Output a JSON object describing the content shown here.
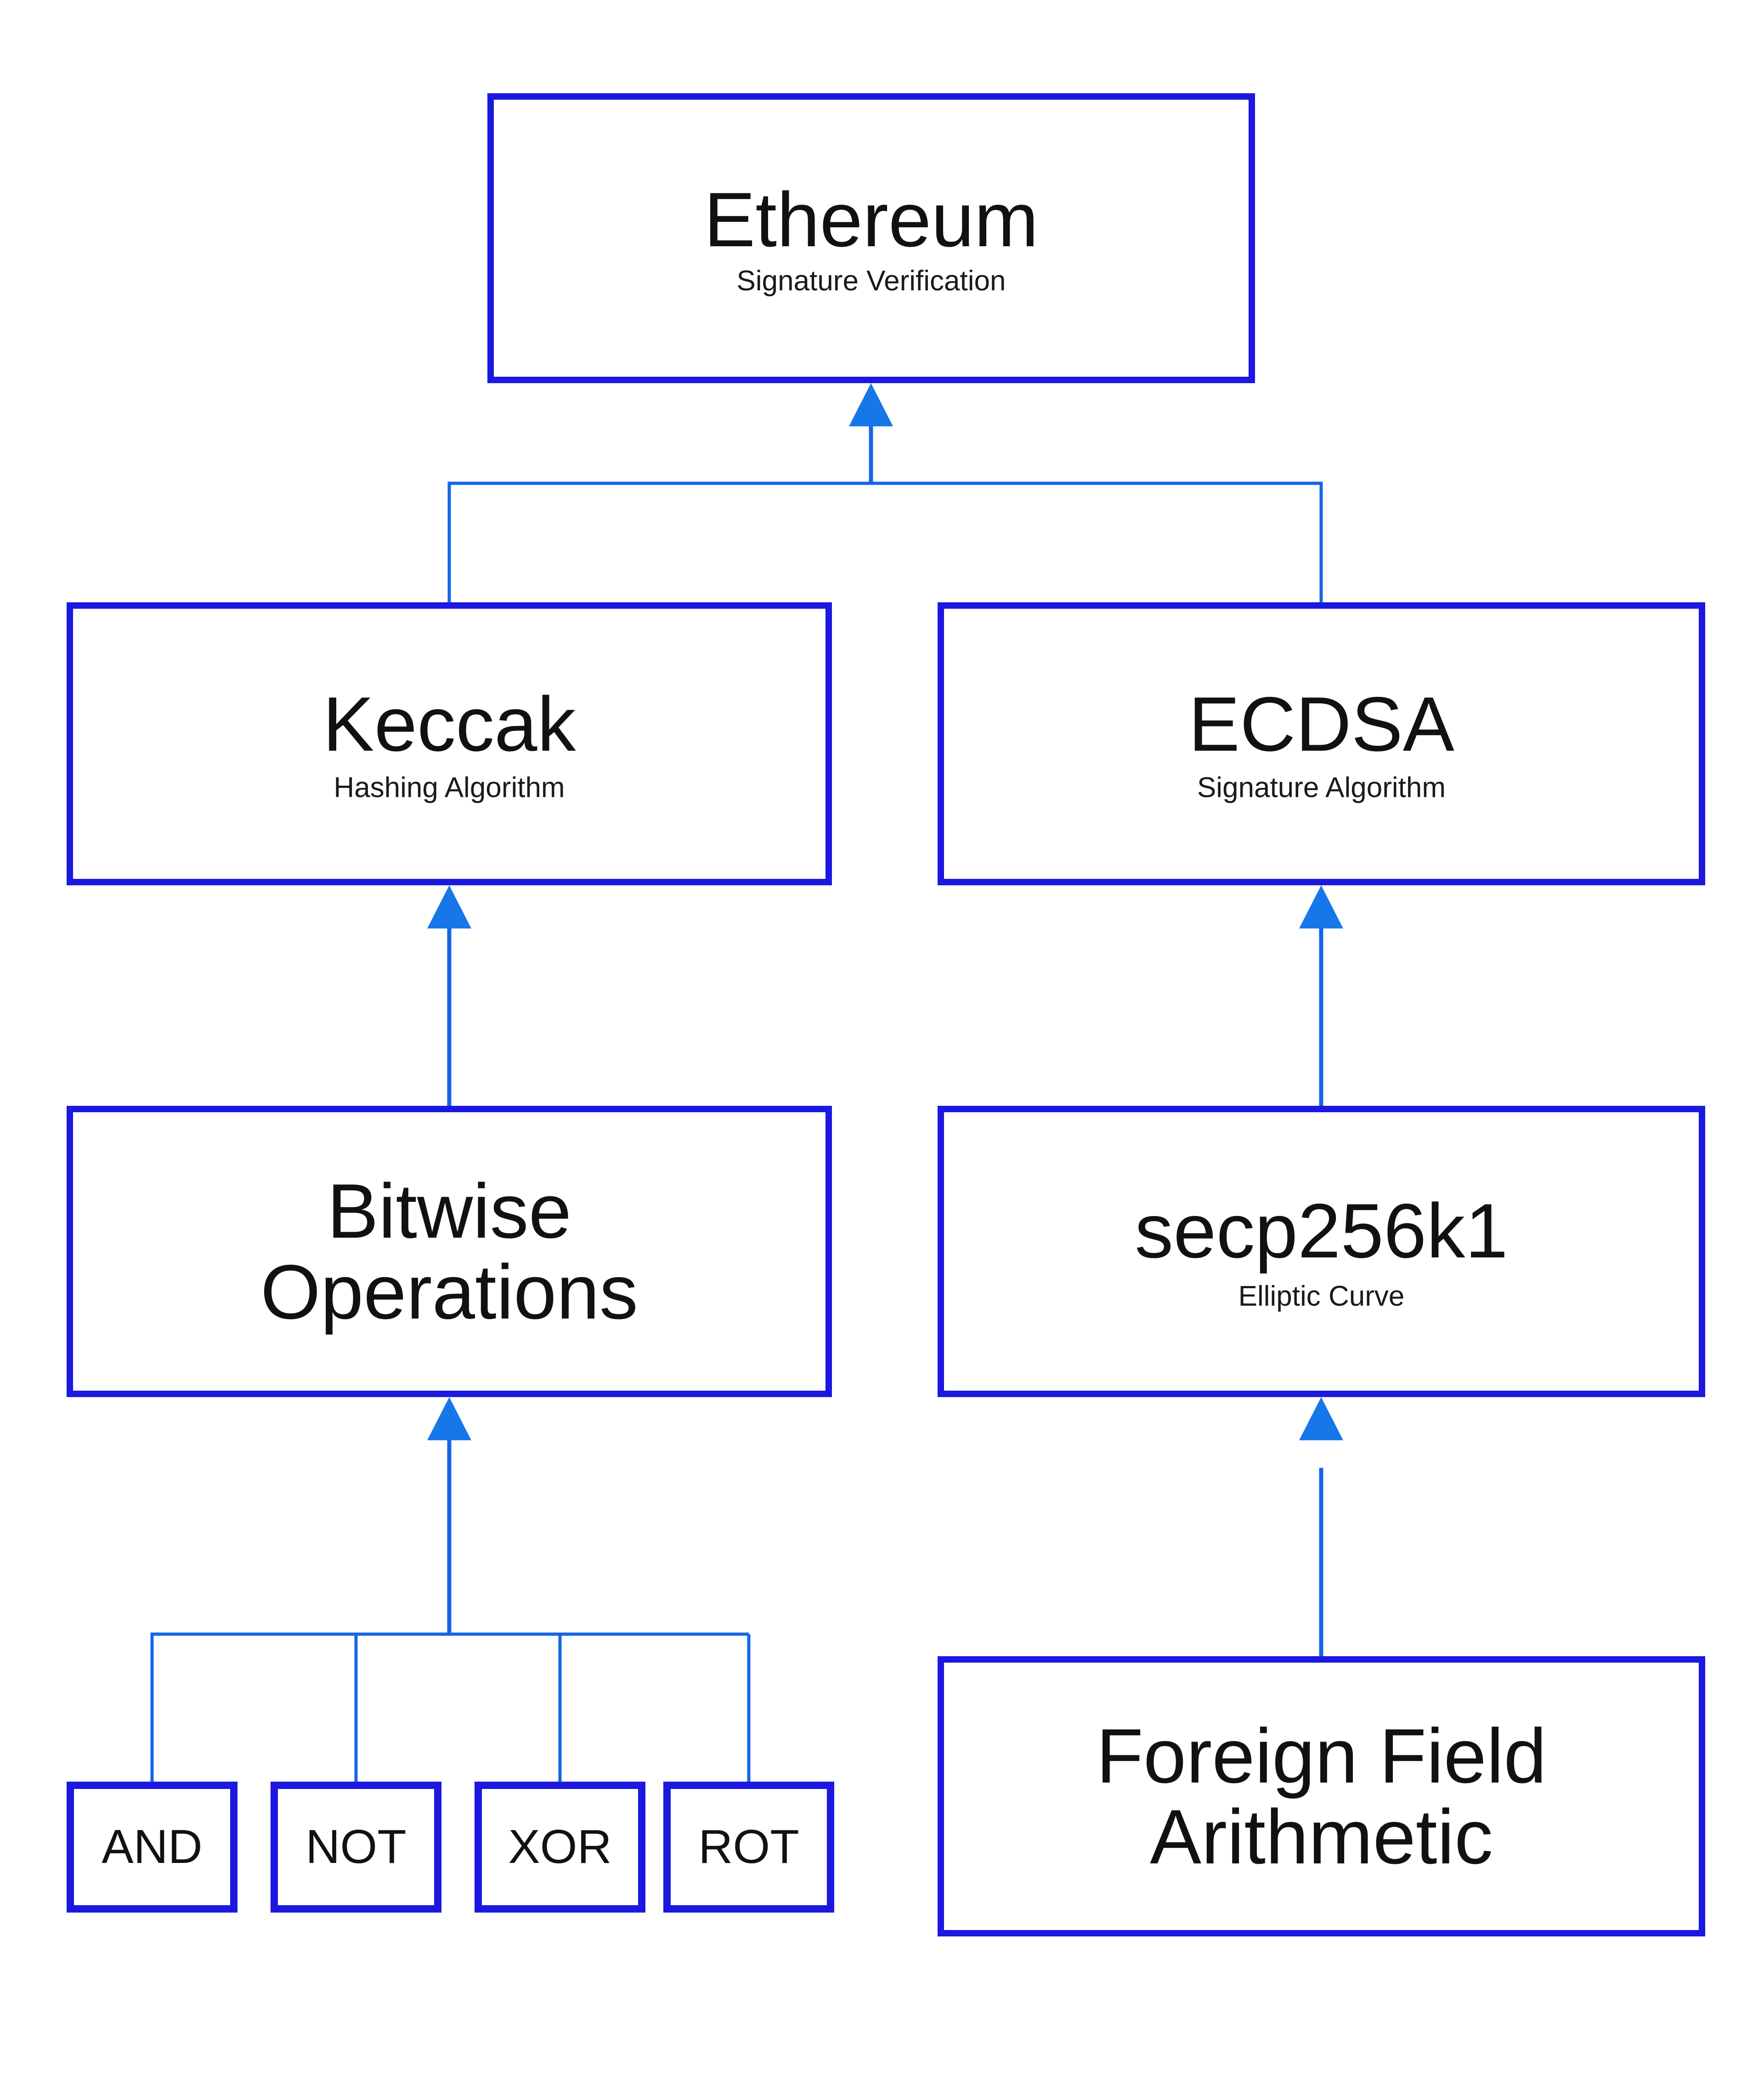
{
  "diagram": {
    "type": "hierarchy-tree",
    "orientation": "bottom-up-arrows",
    "background_color": "#ffffff",
    "box_border_color": "#1b18df",
    "connector_color": "#1565e8",
    "arrow_color": "#1777e8",
    "text_color": "#111111"
  },
  "nodes": {
    "ethereum": {
      "title": "Ethereum",
      "subtitle": "Signature Verification"
    },
    "keccak": {
      "title": "Keccak",
      "subtitle": "Hashing Algorithm"
    },
    "ecdsa": {
      "title": "ECDSA",
      "subtitle": "Signature Algorithm"
    },
    "bitwise": {
      "title": "Bitwise\nOperations",
      "subtitle": ""
    },
    "secp256k1": {
      "title": "secp256k1",
      "subtitle": "Elliptic Curve"
    },
    "ffa": {
      "title": "Foreign Field\nArithmetic",
      "subtitle": ""
    },
    "and": {
      "title": "AND"
    },
    "not": {
      "title": "NOT"
    },
    "xor": {
      "title": "XOR"
    },
    "rot": {
      "title": "ROT"
    }
  },
  "edges": [
    {
      "from": "keccak",
      "to": "ethereum",
      "style": "elbow-arrow"
    },
    {
      "from": "ecdsa",
      "to": "ethereum",
      "style": "elbow-arrow"
    },
    {
      "from": "bitwise",
      "to": "keccak",
      "style": "straight-arrow"
    },
    {
      "from": "secp256k1",
      "to": "ecdsa",
      "style": "straight-arrow"
    },
    {
      "from": "and",
      "to": "bitwise",
      "style": "elbow-arrow"
    },
    {
      "from": "not",
      "to": "bitwise",
      "style": "elbow-arrow"
    },
    {
      "from": "xor",
      "to": "bitwise",
      "style": "elbow-arrow"
    },
    {
      "from": "rot",
      "to": "bitwise",
      "style": "elbow-arrow"
    },
    {
      "from": "ffa",
      "to": "secp256k1",
      "style": "straight-arrow"
    }
  ]
}
